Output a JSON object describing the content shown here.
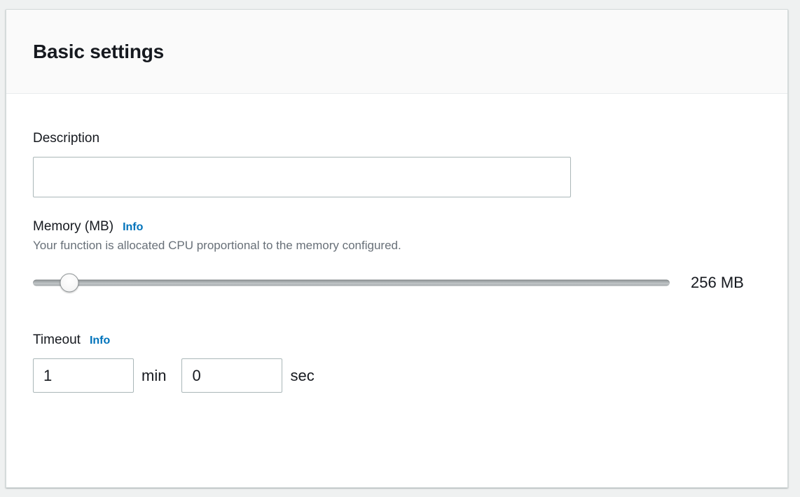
{
  "panel": {
    "title": "Basic settings"
  },
  "description": {
    "label": "Description",
    "value": "",
    "placeholder": ""
  },
  "memory": {
    "label": "Memory (MB)",
    "info_label": "Info",
    "help_text": "Your function is allocated CPU proportional to the memory configured.",
    "value_display": "256 MB",
    "slider_value": 256,
    "slider_min": 128,
    "slider_max": 10240,
    "thumb_percent": 5.7
  },
  "timeout": {
    "label": "Timeout",
    "info_label": "Info",
    "minutes_value": "1",
    "minutes_unit": "min",
    "seconds_value": "0",
    "seconds_unit": "sec"
  },
  "colors": {
    "accent_link": "#0073bb",
    "text_primary": "#16191f",
    "text_secondary": "#687078",
    "input_border": "#aab7b8",
    "panel_background": "#ffffff",
    "page_background": "#eff1f1",
    "header_background": "#fafafa"
  }
}
